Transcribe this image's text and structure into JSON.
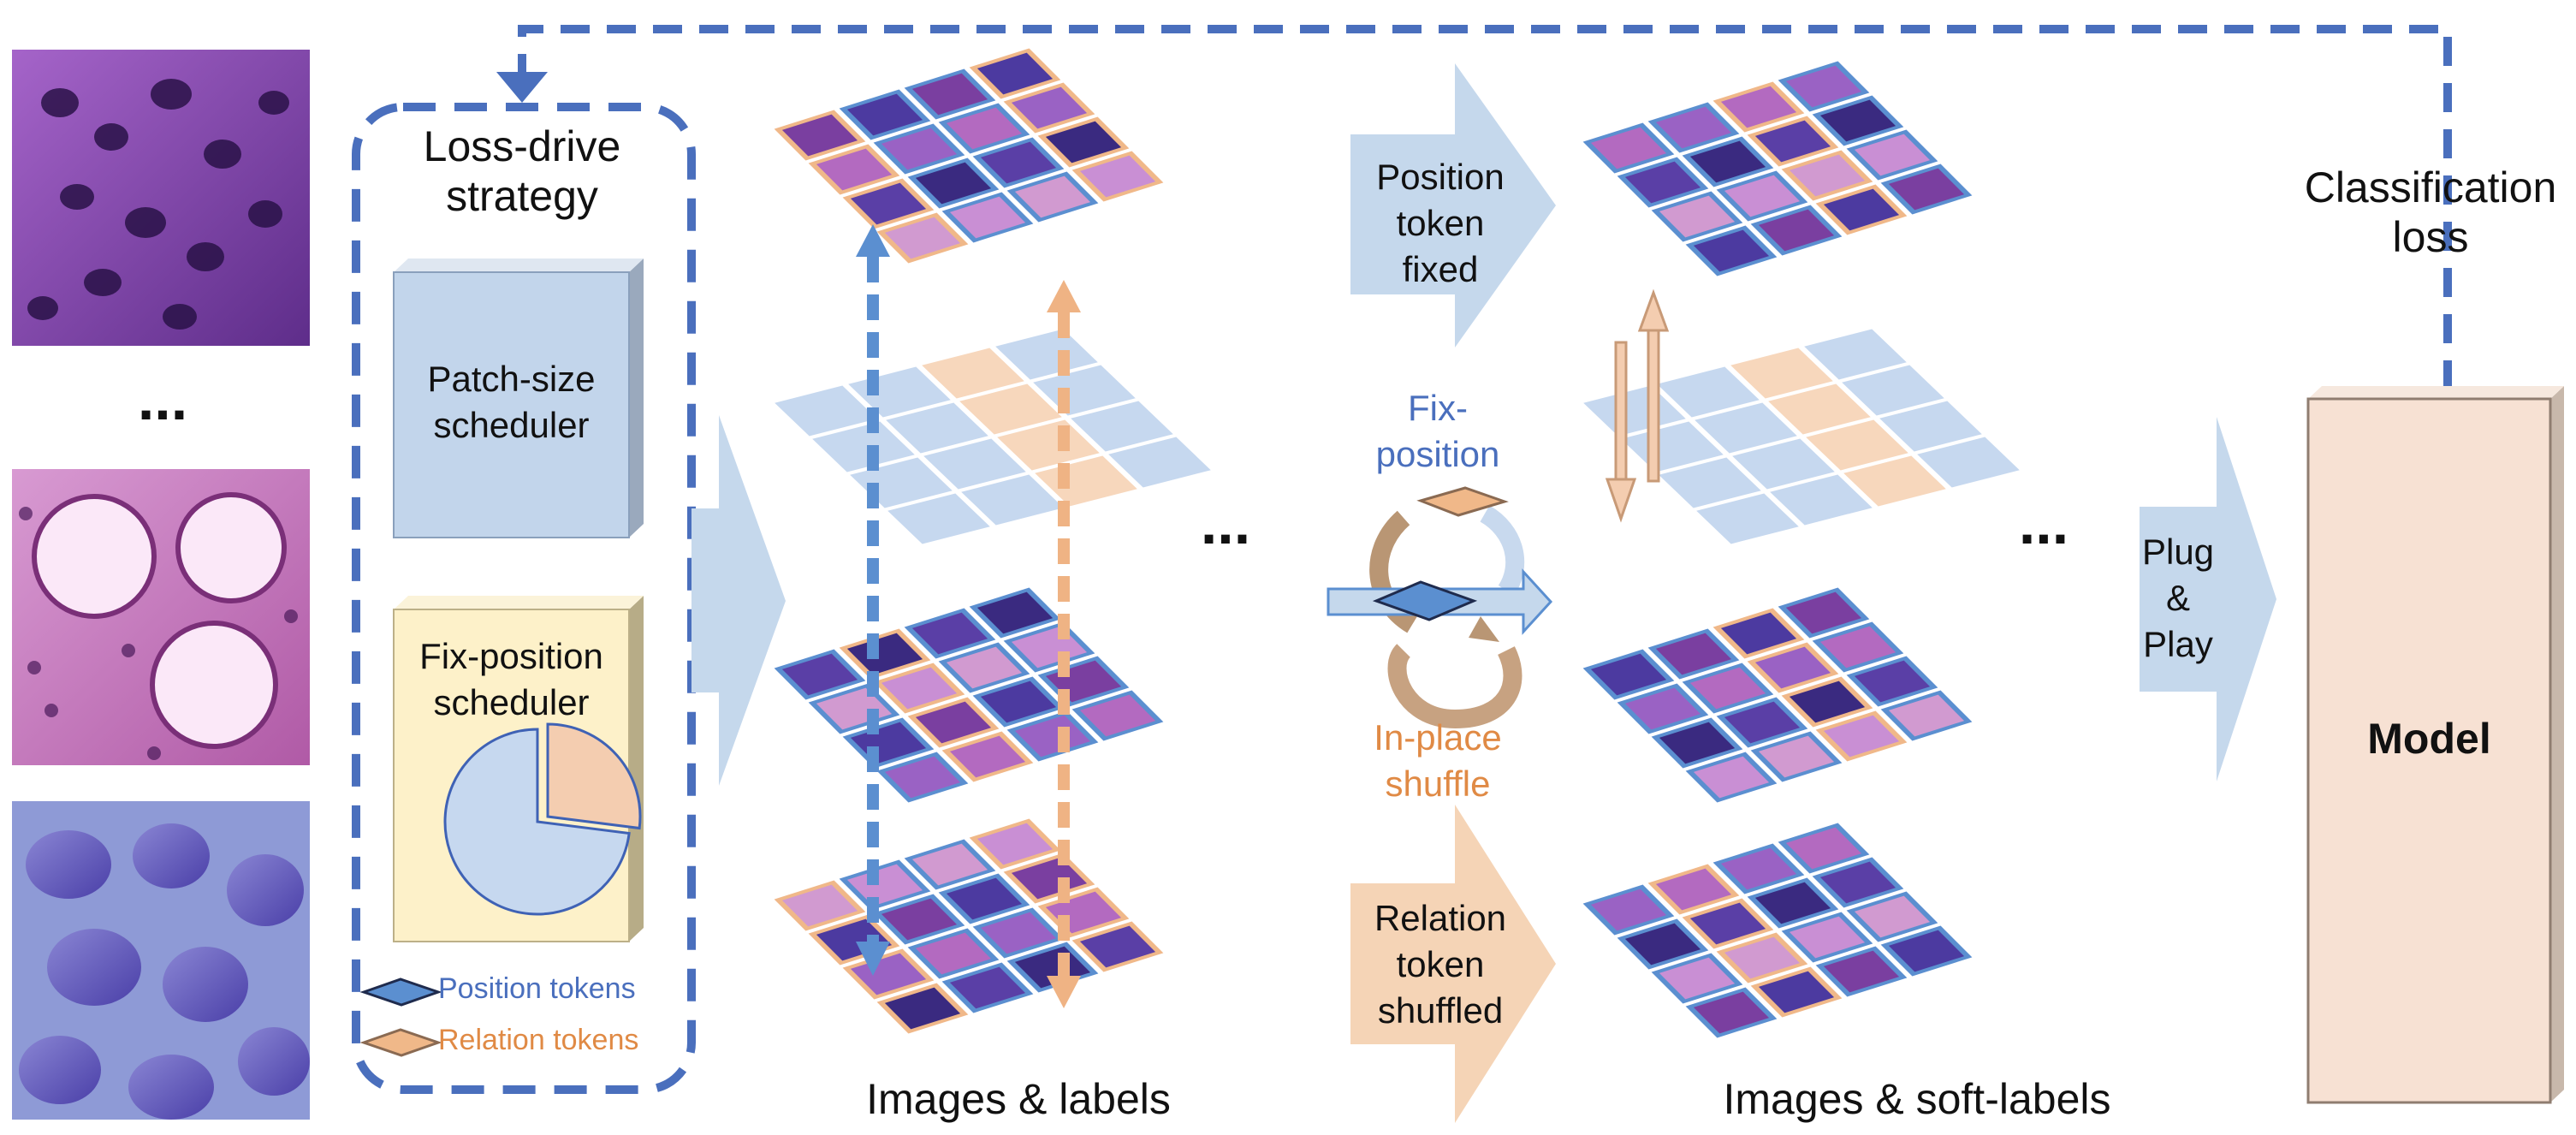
{
  "strategy": {
    "title_line1": "Loss-drive",
    "title_line2": "strategy"
  },
  "patch_scheduler": {
    "line1": "Patch-size",
    "line2": "scheduler"
  },
  "fixpos_scheduler": {
    "line1": "Fix-position",
    "line2": "scheduler"
  },
  "legend": {
    "position": "Position tokens",
    "relation": "Relation tokens"
  },
  "arrow_fixed": {
    "line1": "Position",
    "line2": "token",
    "line3": "fixed"
  },
  "arrow_shuffled": {
    "line1": "Relation",
    "line2": "token",
    "line3": "shuffled"
  },
  "fix_position": {
    "line1": "Fix-",
    "line2": "position"
  },
  "inplace": {
    "line1": "In-place",
    "line2": "shuffle"
  },
  "plug": {
    "line1": "Plug",
    "line2": "&",
    "line3": "Play"
  },
  "model": {
    "label": "Model"
  },
  "loss": {
    "line1": "Classification",
    "line2": "loss"
  },
  "captions": {
    "left": "Images & labels",
    "right": "Images & soft-labels"
  },
  "ellipsis": "...",
  "colors": {
    "position": "#5b8fd0",
    "relation": "#f0b889",
    "dash": "#4a6fbd",
    "arrow_blue": "#c5d8ec",
    "arrow_orange": "#f5d4b6",
    "model_fill": "#f7e1d3"
  },
  "pie": {
    "position_share": 0.73,
    "relation_share": 0.27
  }
}
